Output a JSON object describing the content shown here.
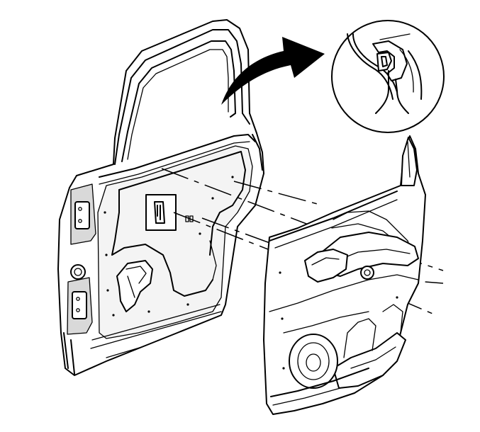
{
  "diagram": {
    "subject": "door-trim-panel-removal",
    "parts": [
      "door-frame",
      "door-trim-panel",
      "retainer-clip-detail",
      "direction-arrow",
      "alignment-lines"
    ]
  }
}
